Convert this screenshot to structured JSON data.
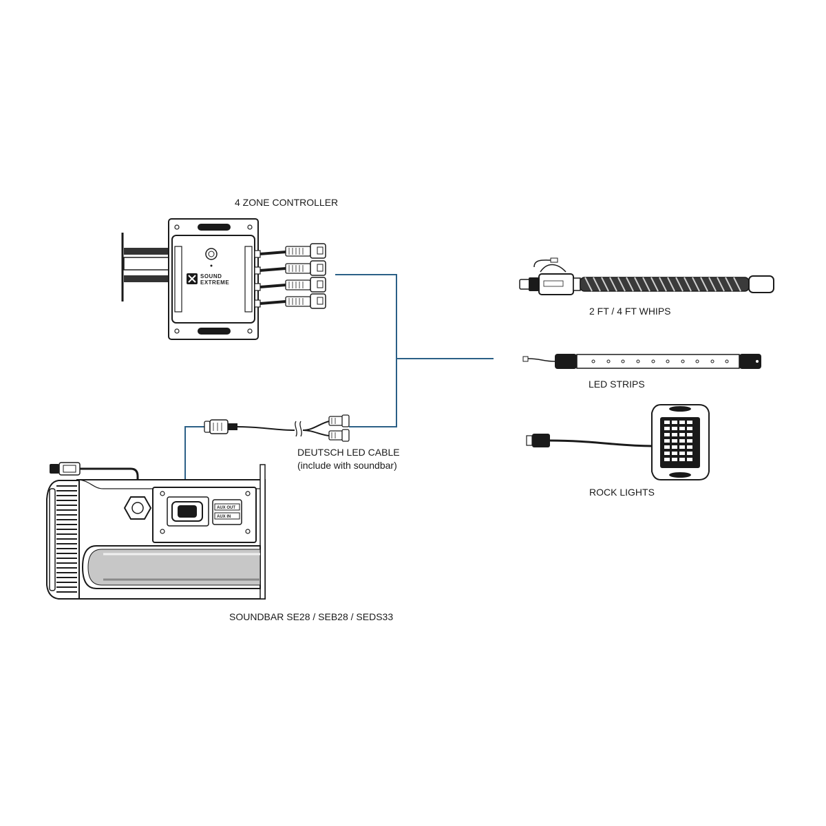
{
  "labels": {
    "controller": "4 ZONE CONTROLLER",
    "whips": "2 FT / 4 FT WHIPS",
    "strips": "LED STRIPS",
    "rock_lights": "ROCK LIGHTS",
    "cable_line1": "DEUTSCH LED CABLE",
    "cable_line2": "(include with soundbar)",
    "soundbar": "SOUNDBAR SE28 / SEB28 / SEDS33"
  },
  "device_text": {
    "brand_line1": "SOUND",
    "brand_line2": "EXTREME",
    "aux_out": "AUX OUT",
    "aux_in": "AUX IN"
  },
  "colors": {
    "connector_line": "#2a5f86",
    "ink": "#1a1a1a"
  }
}
